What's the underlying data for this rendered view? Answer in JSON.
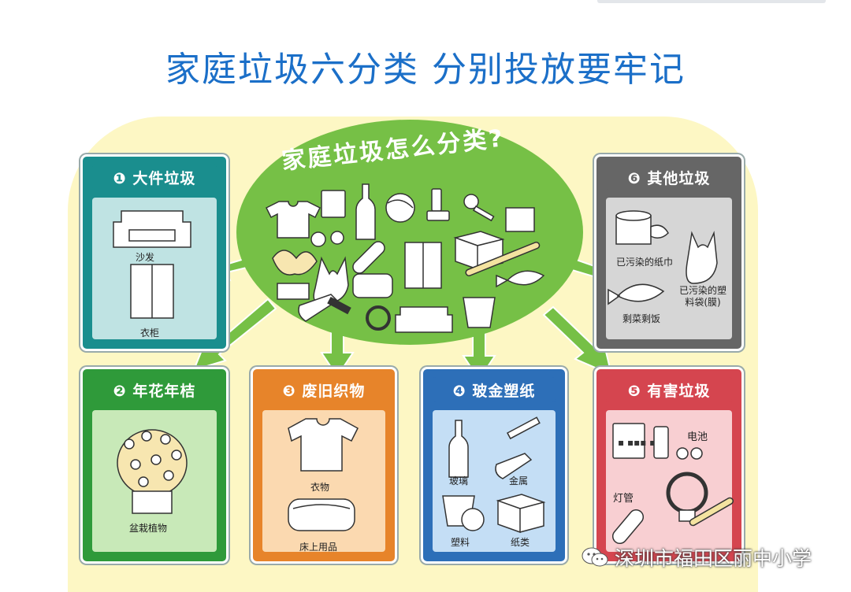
{
  "title": "家庭垃圾六分类  分别投放要牢记",
  "cloud_title": "家庭垃圾怎么分类?",
  "panels": {
    "large": {
      "header": "❶ 大件垃圾",
      "items": [
        "沙发",
        "衣柜"
      ]
    },
    "flowers": {
      "header": "❷ 年花年桔",
      "items": [
        "盆栽植物"
      ]
    },
    "textiles": {
      "header": "❸ 废旧织物",
      "items": [
        "衣物",
        "床上用品"
      ]
    },
    "recyclables": {
      "header": "❹ 玻金塑纸",
      "items": [
        "玻璃",
        "金属",
        "塑料",
        "纸类"
      ]
    },
    "hazardous": {
      "header": "❺ 有害垃圾",
      "items": [
        "电池",
        "灯管"
      ]
    },
    "other": {
      "header": "❻ 其他垃圾",
      "items": [
        "已污染的纸巾",
        "已污染的塑料袋(膜)",
        "剩菜剩饭"
      ]
    }
  },
  "colors": {
    "large": "#1a8e8e",
    "large_body": "#bfe3e3",
    "flowers": "#2f9a3a",
    "flowers_body": "#c8e9b8",
    "textiles": "#e7842a",
    "textiles_body": "#fbd9b0",
    "recyclables": "#2d6fb8",
    "recyclables_body": "#c4def5",
    "hazardous": "#d5454f",
    "hazardous_body": "#f8cfd2",
    "other": "#666666",
    "other_body": "#d6d6d6",
    "arrow": "#76c046"
  },
  "watermark": "深圳市福田区丽中小学"
}
